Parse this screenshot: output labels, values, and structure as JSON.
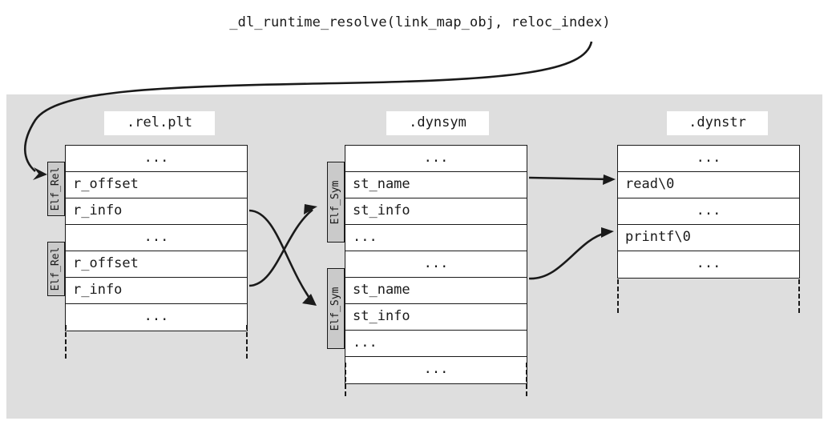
{
  "caption": "_dl_runtime_resolve(link_map_obj, reloc_index)",
  "colors": {
    "panel_bg": "#dedede",
    "table_bg": "#ffffff",
    "struct_tab_bg": "#cacaca",
    "stroke": "#1a1a1a"
  },
  "sections": [
    {
      "id": "rel-plt",
      "label": ".rel.plt",
      "struct_tabs": [
        {
          "label": "Elf_Rel"
        },
        {
          "label": "Elf_Rel"
        }
      ],
      "rows": [
        {
          "text": "...",
          "align": "center"
        },
        {
          "text": "r_offset",
          "align": "left"
        },
        {
          "text": "r_info",
          "align": "left"
        },
        {
          "text": "...",
          "align": "center"
        },
        {
          "text": "r_offset",
          "align": "left"
        },
        {
          "text": "r_info",
          "align": "left"
        },
        {
          "text": "...",
          "align": "center"
        }
      ]
    },
    {
      "id": "dynsym",
      "label": ".dynsym",
      "struct_tabs": [
        {
          "label": "Elf_Sym"
        },
        {
          "label": "Elf_Sym"
        }
      ],
      "rows": [
        {
          "text": "...",
          "align": "center"
        },
        {
          "text": "st_name",
          "align": "left"
        },
        {
          "text": "st_info",
          "align": "left"
        },
        {
          "text": "...",
          "align": "left"
        },
        {
          "text": "...",
          "align": "center"
        },
        {
          "text": "st_name",
          "align": "left"
        },
        {
          "text": "st_info",
          "align": "left"
        },
        {
          "text": "...",
          "align": "left"
        },
        {
          "text": "...",
          "align": "center"
        }
      ]
    },
    {
      "id": "dynstr",
      "label": ".dynstr",
      "struct_tabs": [],
      "rows": [
        {
          "text": "...",
          "align": "center"
        },
        {
          "text": "read\\0",
          "align": "left"
        },
        {
          "text": "...",
          "align": "center"
        },
        {
          "text": "printf\\0",
          "align": "left"
        },
        {
          "text": "...",
          "align": "center"
        }
      ]
    }
  ],
  "arrows": [
    {
      "name": "resolve-entry-arrow",
      "from": "caption",
      "to": "rel-plt-elf-rel-1"
    },
    {
      "name": "rel1-to-sym2-arrow",
      "from": "rel-plt-r-info-1",
      "to": "dynsym-elf-sym-2"
    },
    {
      "name": "rel2-to-sym1-arrow",
      "from": "rel-plt-r-info-2",
      "to": "dynsym-elf-sym-1"
    },
    {
      "name": "sym1-to-read-arrow",
      "from": "dynsym-st-name-1",
      "to": "dynstr-read"
    },
    {
      "name": "sym2-to-printf-arrow",
      "from": "dynsym-st-name-2",
      "to": "dynstr-printf"
    }
  ]
}
